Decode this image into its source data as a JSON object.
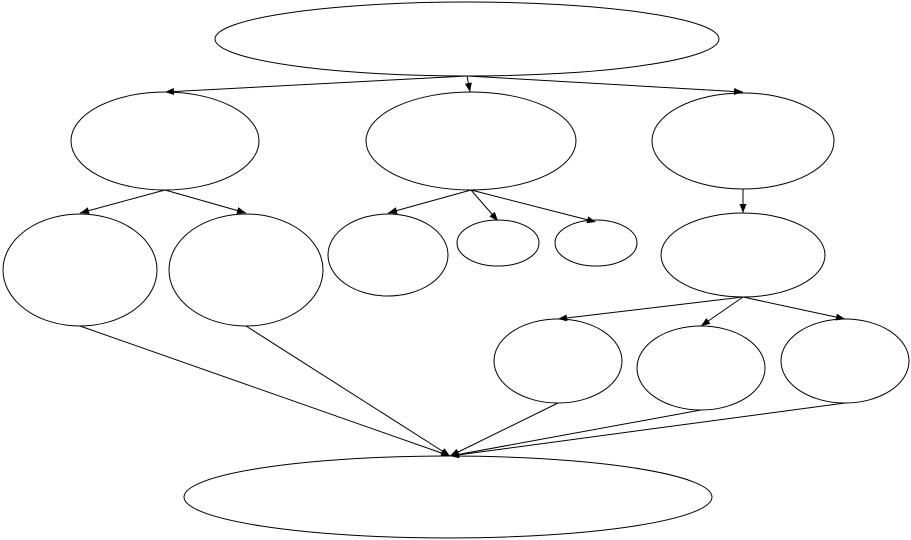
{
  "diagram": {
    "colors": {
      "background": "#ffffff",
      "stroke": "#000000"
    },
    "nodes": [
      {
        "id": "root",
        "label": ""
      },
      {
        "id": "left-branch",
        "label": ""
      },
      {
        "id": "center-branch",
        "label": ""
      },
      {
        "id": "right-branch",
        "label": ""
      },
      {
        "id": "left-child-1",
        "label": ""
      },
      {
        "id": "left-child-2",
        "label": ""
      },
      {
        "id": "center-child-1",
        "label": ""
      },
      {
        "id": "center-child-2",
        "label": ""
      },
      {
        "id": "center-child-3",
        "label": ""
      },
      {
        "id": "right-child",
        "label": ""
      },
      {
        "id": "right-grandchild-1",
        "label": ""
      },
      {
        "id": "right-grandchild-2",
        "label": ""
      },
      {
        "id": "right-grandchild-3",
        "label": ""
      },
      {
        "id": "sink",
        "label": ""
      }
    ],
    "edges": [
      {
        "from": "root",
        "to": "left-branch",
        "arrow": true
      },
      {
        "from": "root",
        "to": "center-branch",
        "arrow": true
      },
      {
        "from": "root",
        "to": "right-branch",
        "arrow": true
      },
      {
        "from": "left-branch",
        "to": "left-child-1",
        "arrow": true
      },
      {
        "from": "left-branch",
        "to": "left-child-2",
        "arrow": true
      },
      {
        "from": "center-branch",
        "to": "center-child-1",
        "arrow": true
      },
      {
        "from": "center-branch",
        "to": "center-child-2",
        "arrow": true
      },
      {
        "from": "center-branch",
        "to": "center-child-3",
        "arrow": true
      },
      {
        "from": "right-branch",
        "to": "right-child",
        "arrow": true
      },
      {
        "from": "right-child",
        "to": "right-grandchild-1",
        "arrow": true
      },
      {
        "from": "right-child",
        "to": "right-grandchild-2",
        "arrow": true
      },
      {
        "from": "right-child",
        "to": "right-grandchild-3",
        "arrow": true
      },
      {
        "from": "left-child-1",
        "to": "sink",
        "arrow": true
      },
      {
        "from": "left-child-2",
        "to": "sink",
        "arrow": true
      },
      {
        "from": "right-grandchild-1",
        "to": "sink",
        "arrow": true
      },
      {
        "from": "right-grandchild-2",
        "to": "sink",
        "arrow": true
      },
      {
        "from": "right-grandchild-3",
        "to": "sink",
        "arrow": true
      }
    ]
  }
}
